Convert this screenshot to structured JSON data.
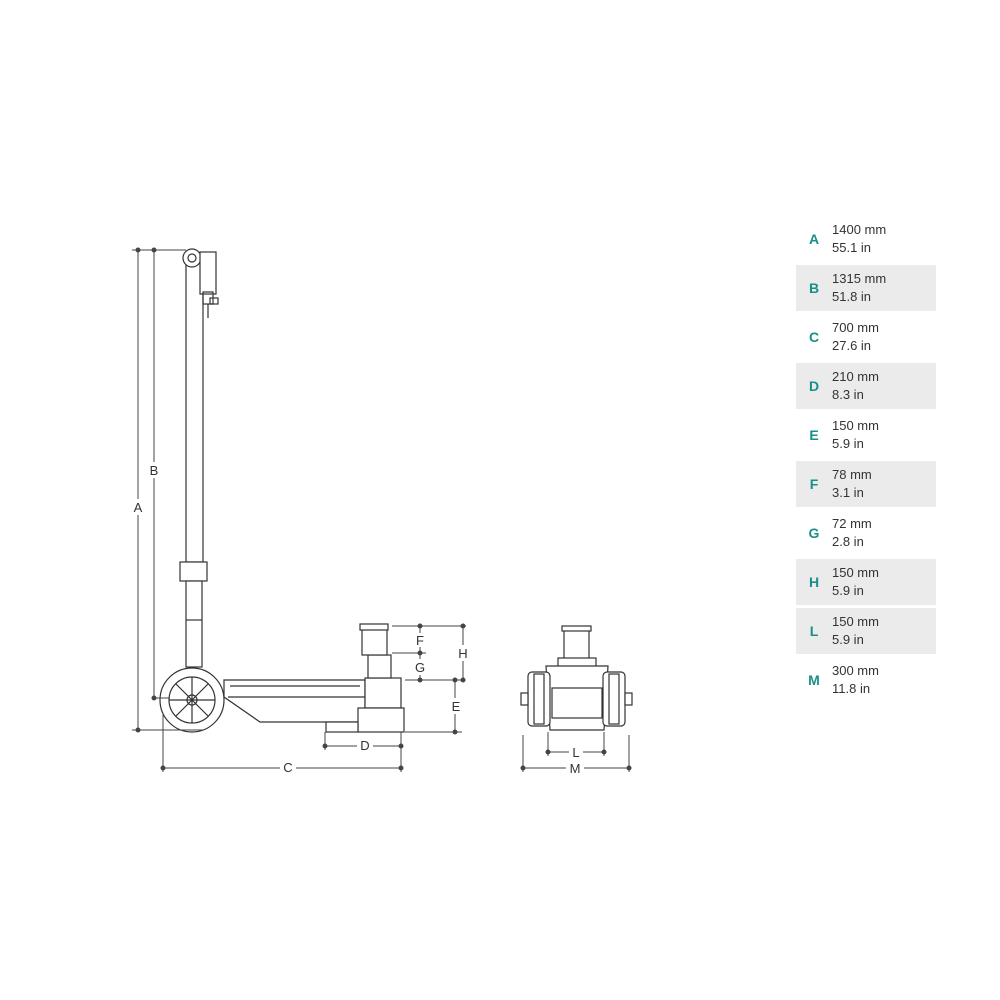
{
  "diagram": {
    "labels": {
      "A": "A",
      "B": "B",
      "C": "C",
      "D": "D",
      "E": "E",
      "F": "F",
      "G": "G",
      "H": "H",
      "L": "L",
      "M": "M"
    }
  },
  "specs": [
    {
      "letter": "A",
      "mm": "1400 mm",
      "in": "55.1 in"
    },
    {
      "letter": "B",
      "mm": "1315 mm",
      "in": "51.8 in"
    },
    {
      "letter": "C",
      "mm": "700 mm",
      "in": "27.6 in"
    },
    {
      "letter": "D",
      "mm": "210 mm",
      "in": "8.3 in"
    },
    {
      "letter": "E",
      "mm": "150 mm",
      "in": "5.9 in"
    },
    {
      "letter": "F",
      "mm": "78 mm",
      "in": "3.1 in"
    },
    {
      "letter": "G",
      "mm": "72 mm",
      "in": "2.8 in"
    },
    {
      "letter": "H",
      "mm": "150 mm",
      "in": "5.9 in"
    },
    {
      "letter": "L",
      "mm": "150 mm",
      "in": "5.9 in"
    },
    {
      "letter": "M",
      "mm": "300 mm",
      "in": "11.8 in"
    }
  ],
  "colors": {
    "accent": "#1a8f8a",
    "row_shade": "#ebebeb",
    "line": "#333333"
  }
}
